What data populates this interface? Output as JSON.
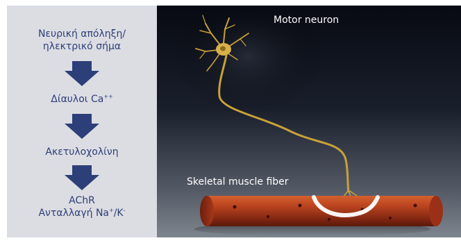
{
  "steps": [
    {
      "line1": "Νευρική απόληξη/",
      "line2": "ηλεκτρικό σήμα"
    },
    {
      "base": "Δίαυλοι Ca",
      "sup": "++"
    },
    {
      "text": "Ακετυλοχολίνη"
    },
    {
      "line1": "AChR",
      "line2_a": "Ανταλλαγή Na",
      "line2_sup1": "+",
      "line2_b": "/K",
      "line2_sup2": "-"
    }
  ],
  "labels": {
    "motor_neuron": "Motor neuron",
    "muscle_fiber": "Skeletal muscle fiber"
  },
  "colors": {
    "panel_bg": "#dcdde3",
    "text_blue": "#2d3f78",
    "arrow_blue": "#2d3f78",
    "neuron": "#c9a13a",
    "muscle": "#a8371a"
  }
}
